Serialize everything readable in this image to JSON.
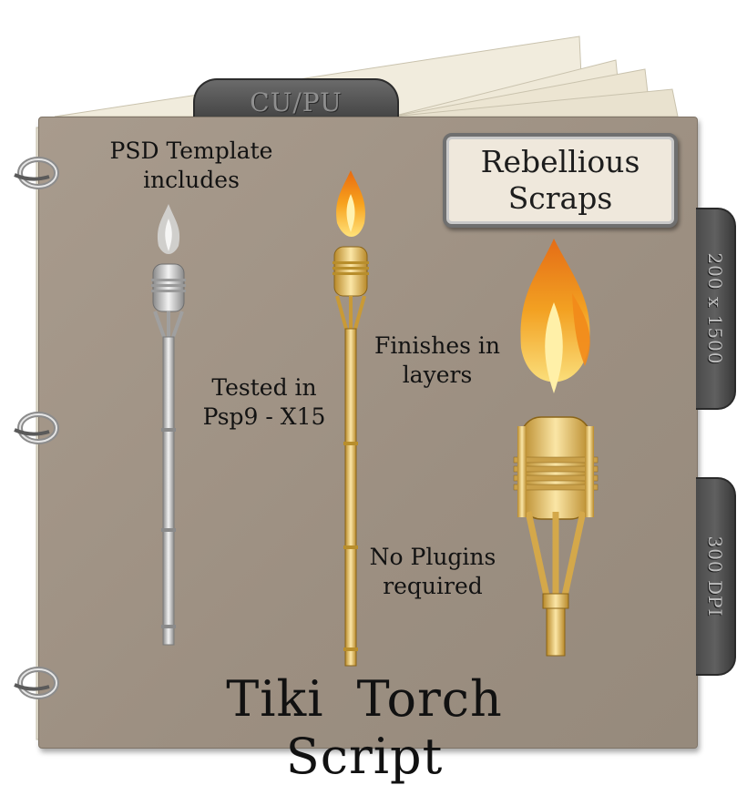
{
  "top_tab": {
    "label": "CU/PU"
  },
  "brand": {
    "line1": "Rebellious",
    "line2": "Scraps"
  },
  "side_tabs": [
    {
      "label": "200 x 1500"
    },
    {
      "label": "300 DPI"
    }
  ],
  "notes": {
    "psd": {
      "line1": "PSD Template",
      "line2": "includes"
    },
    "tested": {
      "line1": "Tested in",
      "line2": "Psp9 - X15"
    },
    "finishes": {
      "line1": "Finishes in",
      "line2": "layers"
    },
    "plugins": {
      "line1": "No Plugins",
      "line2": "required"
    }
  },
  "title": "Tiki  Torch  Script",
  "colors": {
    "cover": "#a09385",
    "tab": "#4a4a4a",
    "gold": "#e3b84a",
    "silver": "#c4c4c4",
    "flame": "#f7a21d"
  }
}
